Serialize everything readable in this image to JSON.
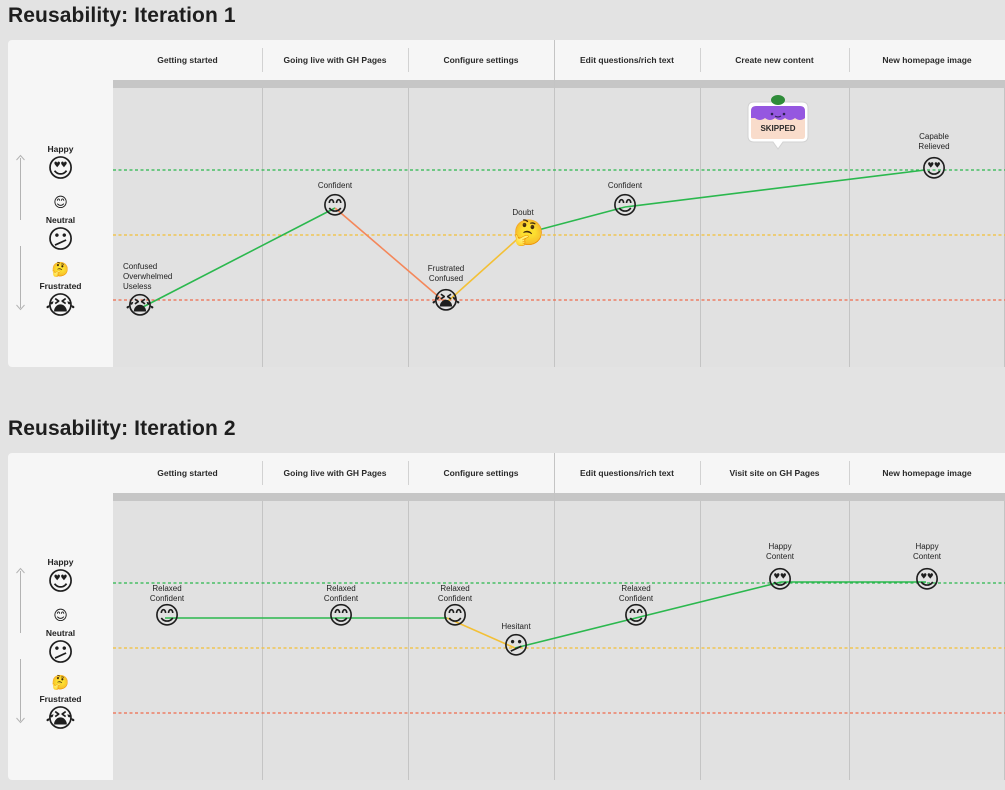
{
  "legend": {
    "happy_label": "Happy",
    "neutral_label": "Neutral",
    "frustrated_label": "Frustrated",
    "happy_icon": "heart-eyes-face",
    "neutral_small_icon": "smiling-face",
    "neutral_icon": "confused-face",
    "frustrated_small_icon": "thinking-face",
    "frustrated_icon": "crying-face"
  },
  "colors": {
    "happy_line": "#2bb84e",
    "neutral_line": "#f3c036",
    "frustrated_line": "#ef6b4e",
    "skipped_purple": "#9557e0",
    "skipped_body": "#f9dccb"
  },
  "iteration1": {
    "title": "Reusability: Iteration 1",
    "columns": [
      "Getting started",
      "Going live with GH Pages",
      "Configure settings",
      "Edit questions/rich text",
      "Create new content",
      "New homepage image"
    ],
    "skipped_label": "SKIPPED",
    "points": [
      {
        "column": "Getting started",
        "emotion": "crying",
        "label": "Confused\nOverwhelmed\nUseless"
      },
      {
        "column": "Going live with GH Pages",
        "emotion": "smiling",
        "label": "Confident"
      },
      {
        "column": "Configure settings",
        "emotion": "crying",
        "label": "Frustrated\nConfused"
      },
      {
        "column": "Configure settings",
        "emotion": "thinking",
        "label": "Doubt"
      },
      {
        "column": "Edit questions/rich text",
        "emotion": "smiling",
        "label": "Confident"
      },
      {
        "column": "New homepage image",
        "emotion": "heart-eyes",
        "label": "Capable\nRelieved"
      }
    ]
  },
  "iteration2": {
    "title": "Reusability: Iteration 2",
    "columns": [
      "Getting started",
      "Going live with GH Pages",
      "Configure settings",
      "Edit questions/rich text",
      "Visit site on GH Pages",
      "New homepage image"
    ],
    "points": [
      {
        "column": "Getting started",
        "emotion": "smiling",
        "label": "Relaxed\nConfident"
      },
      {
        "column": "Going live with GH Pages",
        "emotion": "smiling",
        "label": "Relaxed\nConfident"
      },
      {
        "column": "Configure settings",
        "emotion": "smiling",
        "label": "Relaxed\nConfident"
      },
      {
        "column": "Configure settings",
        "emotion": "confused",
        "label": "Hesitant"
      },
      {
        "column": "Edit questions/rich text",
        "emotion": "smiling",
        "label": "Relaxed\nConfident"
      },
      {
        "column": "Visit site on GH Pages",
        "emotion": "heart-eyes",
        "label": "Happy\nContent"
      },
      {
        "column": "New homepage image",
        "emotion": "heart-eyes",
        "label": "Happy\nContent"
      }
    ]
  }
}
